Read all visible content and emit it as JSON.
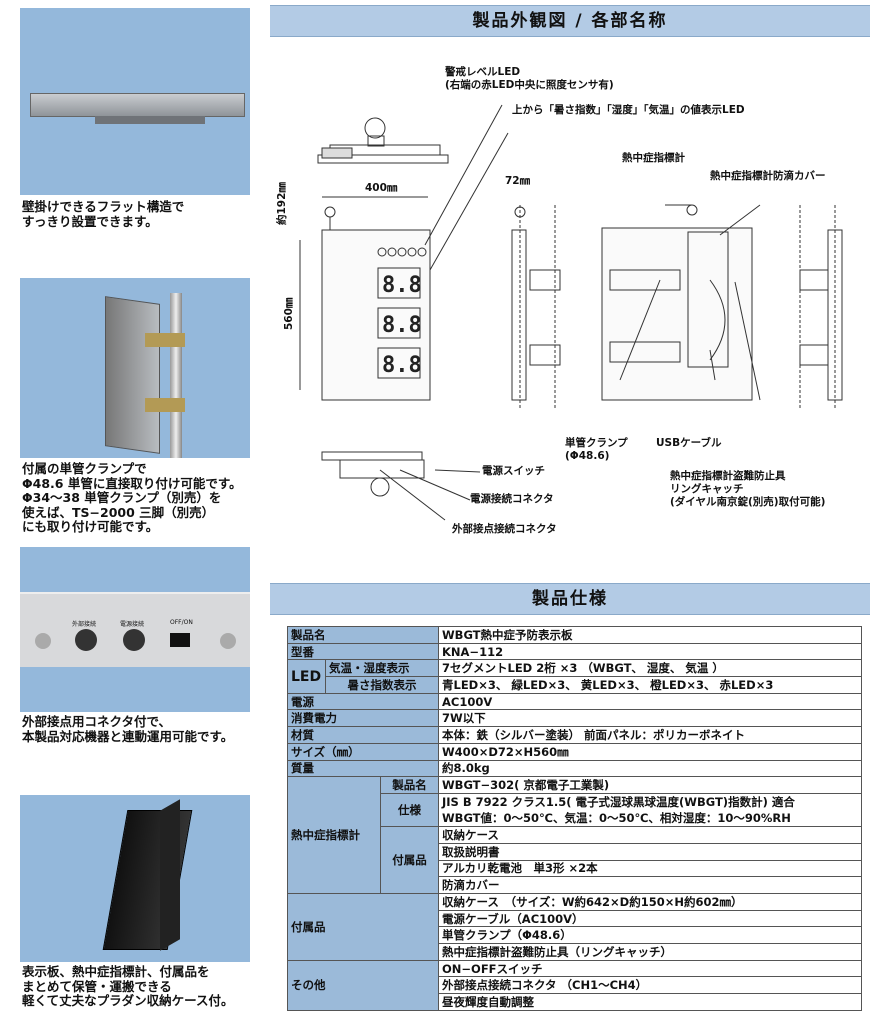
{
  "photos": [
    {
      "caption": "壁掛けできるフラット構造で\nすっきり設置できます。"
    },
    {
      "caption": "付属の単管クランプで\nΦ48.6 単管に直接取り付け可能です。\nΦ34〜38 単管クランプ（別売）を\n使えば、TS−2000 三脚（別売）\nにも取り付け可能です。"
    },
    {
      "caption": "外部接点用コネクタ付で、\n本製品対応機器と連動運用可能です。",
      "panel_labels": [
        "外部接続",
        "電源接続",
        "OFF/ON"
      ]
    },
    {
      "caption": "表示板、熱中症指標計、付属品を\nまとめて保管・運搬できる\n軽くて丈夫なプラダン収納ケース付。"
    }
  ],
  "section1": {
    "title": "製品外観図 / 各部名称"
  },
  "diagram": {
    "labels": {
      "alert_led": "警戒レベルLED\n(右端の赤LED中央に照度センサ有)",
      "value_led": "上から「暑さ指数」「湿度」「気温」の値表示LED",
      "wbgt_meter": "熱中症指標計",
      "drip_cover": "熱中症指標計防滴カバー",
      "width": "400㎜",
      "depth": "72㎜",
      "top_height": "約192㎜",
      "height": "560㎜",
      "clamp": "単管クランプ\n(Φ48.6)",
      "usb": "USBケーブル",
      "anti_theft": "熱中症指標計盗難防止具\nリングキャッチ\n(ダイヤル南京錠(別売)取付可能)",
      "power_switch": "電源スイッチ",
      "power_connector": "電源接続コネクタ",
      "external_connector": "外部接点接続コネクタ"
    },
    "digit_display": "8.8"
  },
  "section2": {
    "title": "製品仕様"
  },
  "spec": {
    "product_name": {
      "k": "製品名",
      "v": "WBGT熱中症予防表示板"
    },
    "model": {
      "k": "型番",
      "v": "KNA−112"
    },
    "led": {
      "k": "LED",
      "temp_k": "気温・湿度表示",
      "temp_v": "7セグメントLED 2桁 ×3 （WBGT、 湿度、 気温 ）",
      "heat_k": "暑さ指数表示",
      "heat_v": "青LED×3、 緑LED×3、 黄LED×3、 橙LED×3、 赤LED×3"
    },
    "power": {
      "k": "電源",
      "v": "AC100V"
    },
    "consumption": {
      "k": "消費電力",
      "v": "7W以下"
    },
    "material": {
      "k": "材質",
      "v": "本体：鉄（シルバー塗装） 前面パネル：ポリカーボネイト"
    },
    "size": {
      "k": "サイズ（㎜）",
      "v": "W400×D72×H560㎜"
    },
    "weight": {
      "k": "質量",
      "v": "約8.0kg"
    },
    "meter": {
      "k": "熱中症指標計",
      "name_k": "製品名",
      "name_v": "WBGT−302( 京都電子工業製)",
      "spec_k": "仕様",
      "spec_v": [
        "JIS B 7922 クラス1.5( 電子式湿球黒球温度(WBGT)指数計) 適合",
        "WBGT値：0〜50℃、気温：0〜50℃、相対湿度：10〜90%RH"
      ],
      "acc_k": "付属品",
      "acc_v": [
        "収納ケース",
        "取扱説明書",
        "アルカリ乾電池　単3形 ×2本",
        "防滴カバー"
      ]
    },
    "accessories": {
      "k": "付属品",
      "v": [
        "収納ケース　（サイズ：W約642×D約150×H約602㎜）",
        "電源ケーブル（AC100V）",
        "単管クランプ（Φ48.6）",
        "熱中症指標計盗難防止具（リングキャッチ）"
      ]
    },
    "other": {
      "k": "その他",
      "v": [
        "ON−OFFスイッチ",
        "外部接点接続コネクタ （CH1〜CH4）",
        "昼夜輝度自動調整"
      ]
    }
  }
}
